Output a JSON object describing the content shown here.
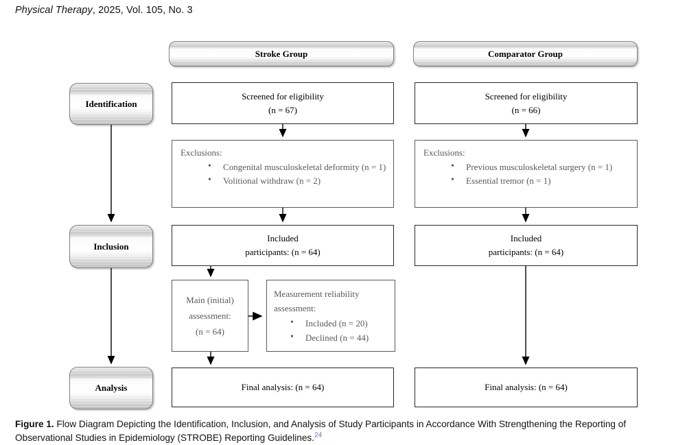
{
  "journal_header": {
    "title_italic": "Physical Therapy",
    "title_rest": ", 2025, Vol. 105, No. 3"
  },
  "stages": {
    "identification": "Identification",
    "inclusion": "Inclusion",
    "analysis": "Analysis"
  },
  "stroke_group": {
    "header": "Stroke Group",
    "screened": {
      "line1": "Screened for eligibility",
      "line2": "(n = 67)"
    },
    "exclusions": {
      "heading": "Exclusions:",
      "items": [
        "Congenital musculoskeletal deformity (n = 1)",
        "Volitional withdraw (n = 2)"
      ]
    },
    "included": {
      "line1": "Included",
      "line2": "participants: (n = 64)"
    },
    "main_assessment": {
      "line1": "Main (initial)",
      "line2": "assessment:",
      "line3": "(n = 64)"
    },
    "reliability_assessment": {
      "heading": "Measurement reliability assessment:",
      "items": [
        "Included (n = 20)",
        "Declined (n = 44)"
      ]
    },
    "final_analysis": "Final analysis: (n = 64)"
  },
  "comparator_group": {
    "header": "Comparator Group",
    "screened": {
      "line1": "Screened for eligibility",
      "line2": "(n = 66)"
    },
    "exclusions": {
      "heading": "Exclusions:",
      "items": [
        "Previous musculoskeletal surgery (n = 1)",
        "Essential tremor (n = 1)"
      ]
    },
    "included": {
      "line1": "Included",
      "line2": "participants: (n = 64)"
    },
    "final_analysis": "Final analysis: (n = 64)"
  },
  "caption": {
    "label": "Figure 1.",
    "text": " Flow Diagram Depicting the Identification, Inclusion, and Analysis of Study Participants in Accordance With Strengthening the Reporting of Observational Studies in Epidemiology (STROBE) Reporting Guidelines.",
    "reference": "24"
  },
  "colors": {
    "box_border_primary": "#262626",
    "box_border_secondary": "#595959",
    "muted_text": "#595959",
    "reference_link": "#5f6fb4"
  }
}
